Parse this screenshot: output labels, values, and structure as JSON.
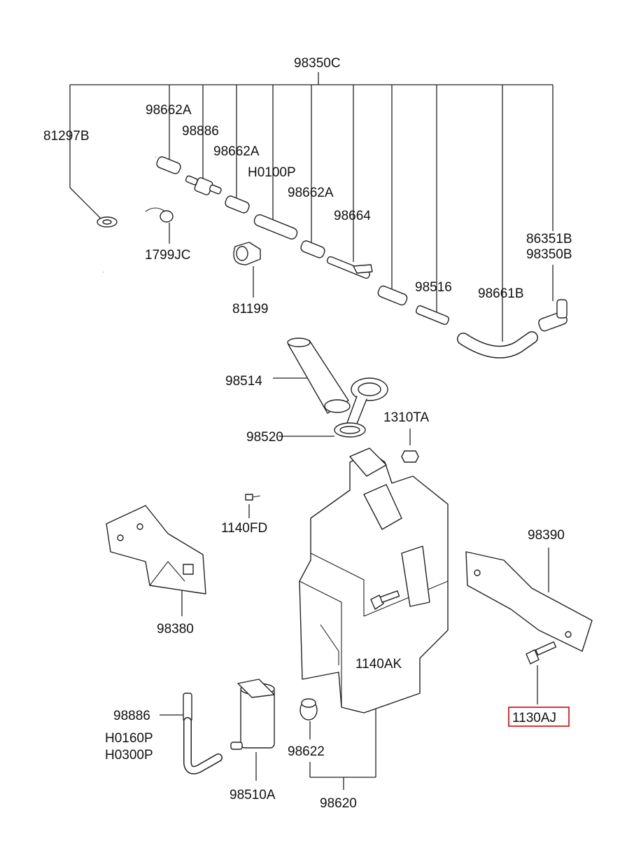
{
  "labels": {
    "p98350C": "98350C",
    "p81297B": "81297B",
    "p98662A_1": "98662A",
    "p98886_top": "98886",
    "p98662A_2": "98662A",
    "pH0100P": "H0100P",
    "p98662A_3": "98662A",
    "p98664": "98664",
    "p1799JC": "1799JC",
    "p81199": "81199",
    "p86351B": "86351B",
    "p98350B": "98350B",
    "p98516": "98516",
    "p98661B": "98661B",
    "p98514": "98514",
    "p98520": "98520",
    "p1310TA": "1310TA",
    "p1140FD": "1140FD",
    "p98390": "98390",
    "p98380": "98380",
    "p1140AK": "1140AK",
    "p1130AJ": "1130AJ",
    "p98886_bottom": "98886",
    "pH0160P": "H0160P",
    "pH0300P": "H0300P",
    "p98622": "98622",
    "p98510A": "98510A",
    "p98620": "98620"
  },
  "highlight_color": "#d62020"
}
